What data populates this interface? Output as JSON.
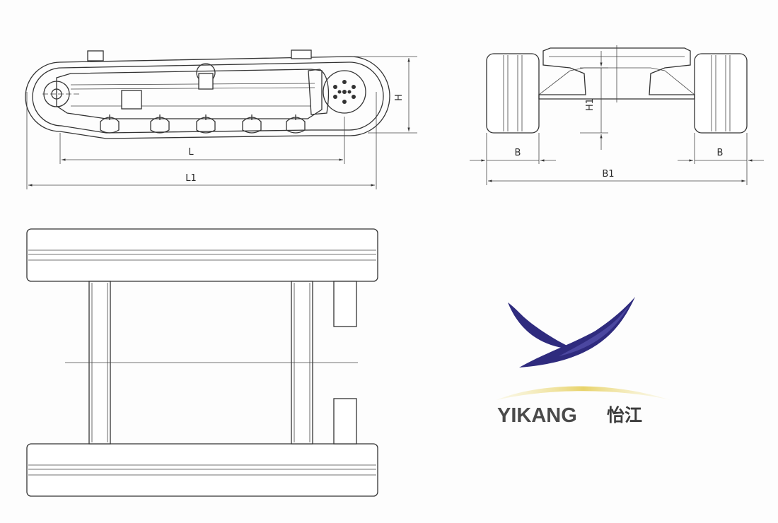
{
  "side_view": {
    "labels": {
      "height": "H",
      "length": "L",
      "total_length": "L1"
    }
  },
  "front_view": {
    "labels": {
      "track_width_left": "B",
      "track_width_right": "B",
      "height": "H1",
      "total_width": "B1"
    }
  },
  "top_view": {},
  "logo": {
    "brand_name": "YIKANG",
    "brand_name_cn": "怡江",
    "colors": {
      "wing": "#2f2b7e",
      "swoosh": "#e8d36a",
      "text": "#4a4a4a"
    }
  }
}
